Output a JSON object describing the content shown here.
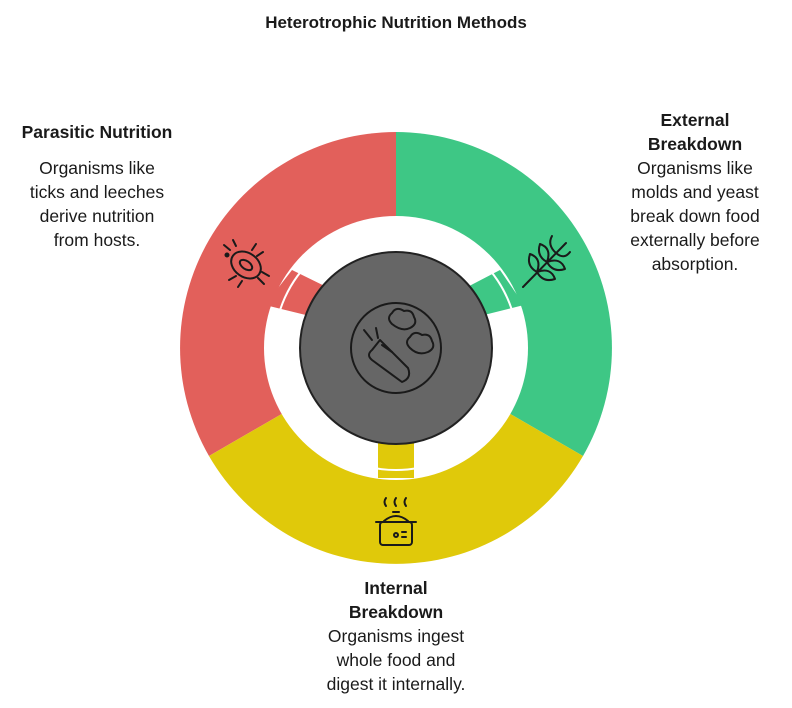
{
  "title": "Heterotrophic Nutrition Methods",
  "segments": [
    {
      "id": "parasitic",
      "heading_lines": [
        "Parasitic Nutrition"
      ],
      "body_lines": [
        "Organisms like",
        "ticks and leeches",
        "derive nutrition",
        "from hosts."
      ],
      "icon": "parasite-icon",
      "color": "#e2605b"
    },
    {
      "id": "external",
      "heading_lines": [
        "External",
        "Breakdown"
      ],
      "body_lines": [
        "Organisms like",
        "molds and yeast",
        "break down food",
        "externally before",
        "absorption."
      ],
      "icon": "wheat-icon",
      "color": "#3ec785"
    },
    {
      "id": "internal",
      "heading_lines": [
        "Internal",
        "Breakdown"
      ],
      "body_lines": [
        "Organisms ingest",
        "whole food and",
        "digest it internally."
      ],
      "icon": "cooking-pot-icon",
      "color": "#e0c90a"
    }
  ],
  "center": {
    "icon": "food-icon",
    "color": "#666666"
  }
}
